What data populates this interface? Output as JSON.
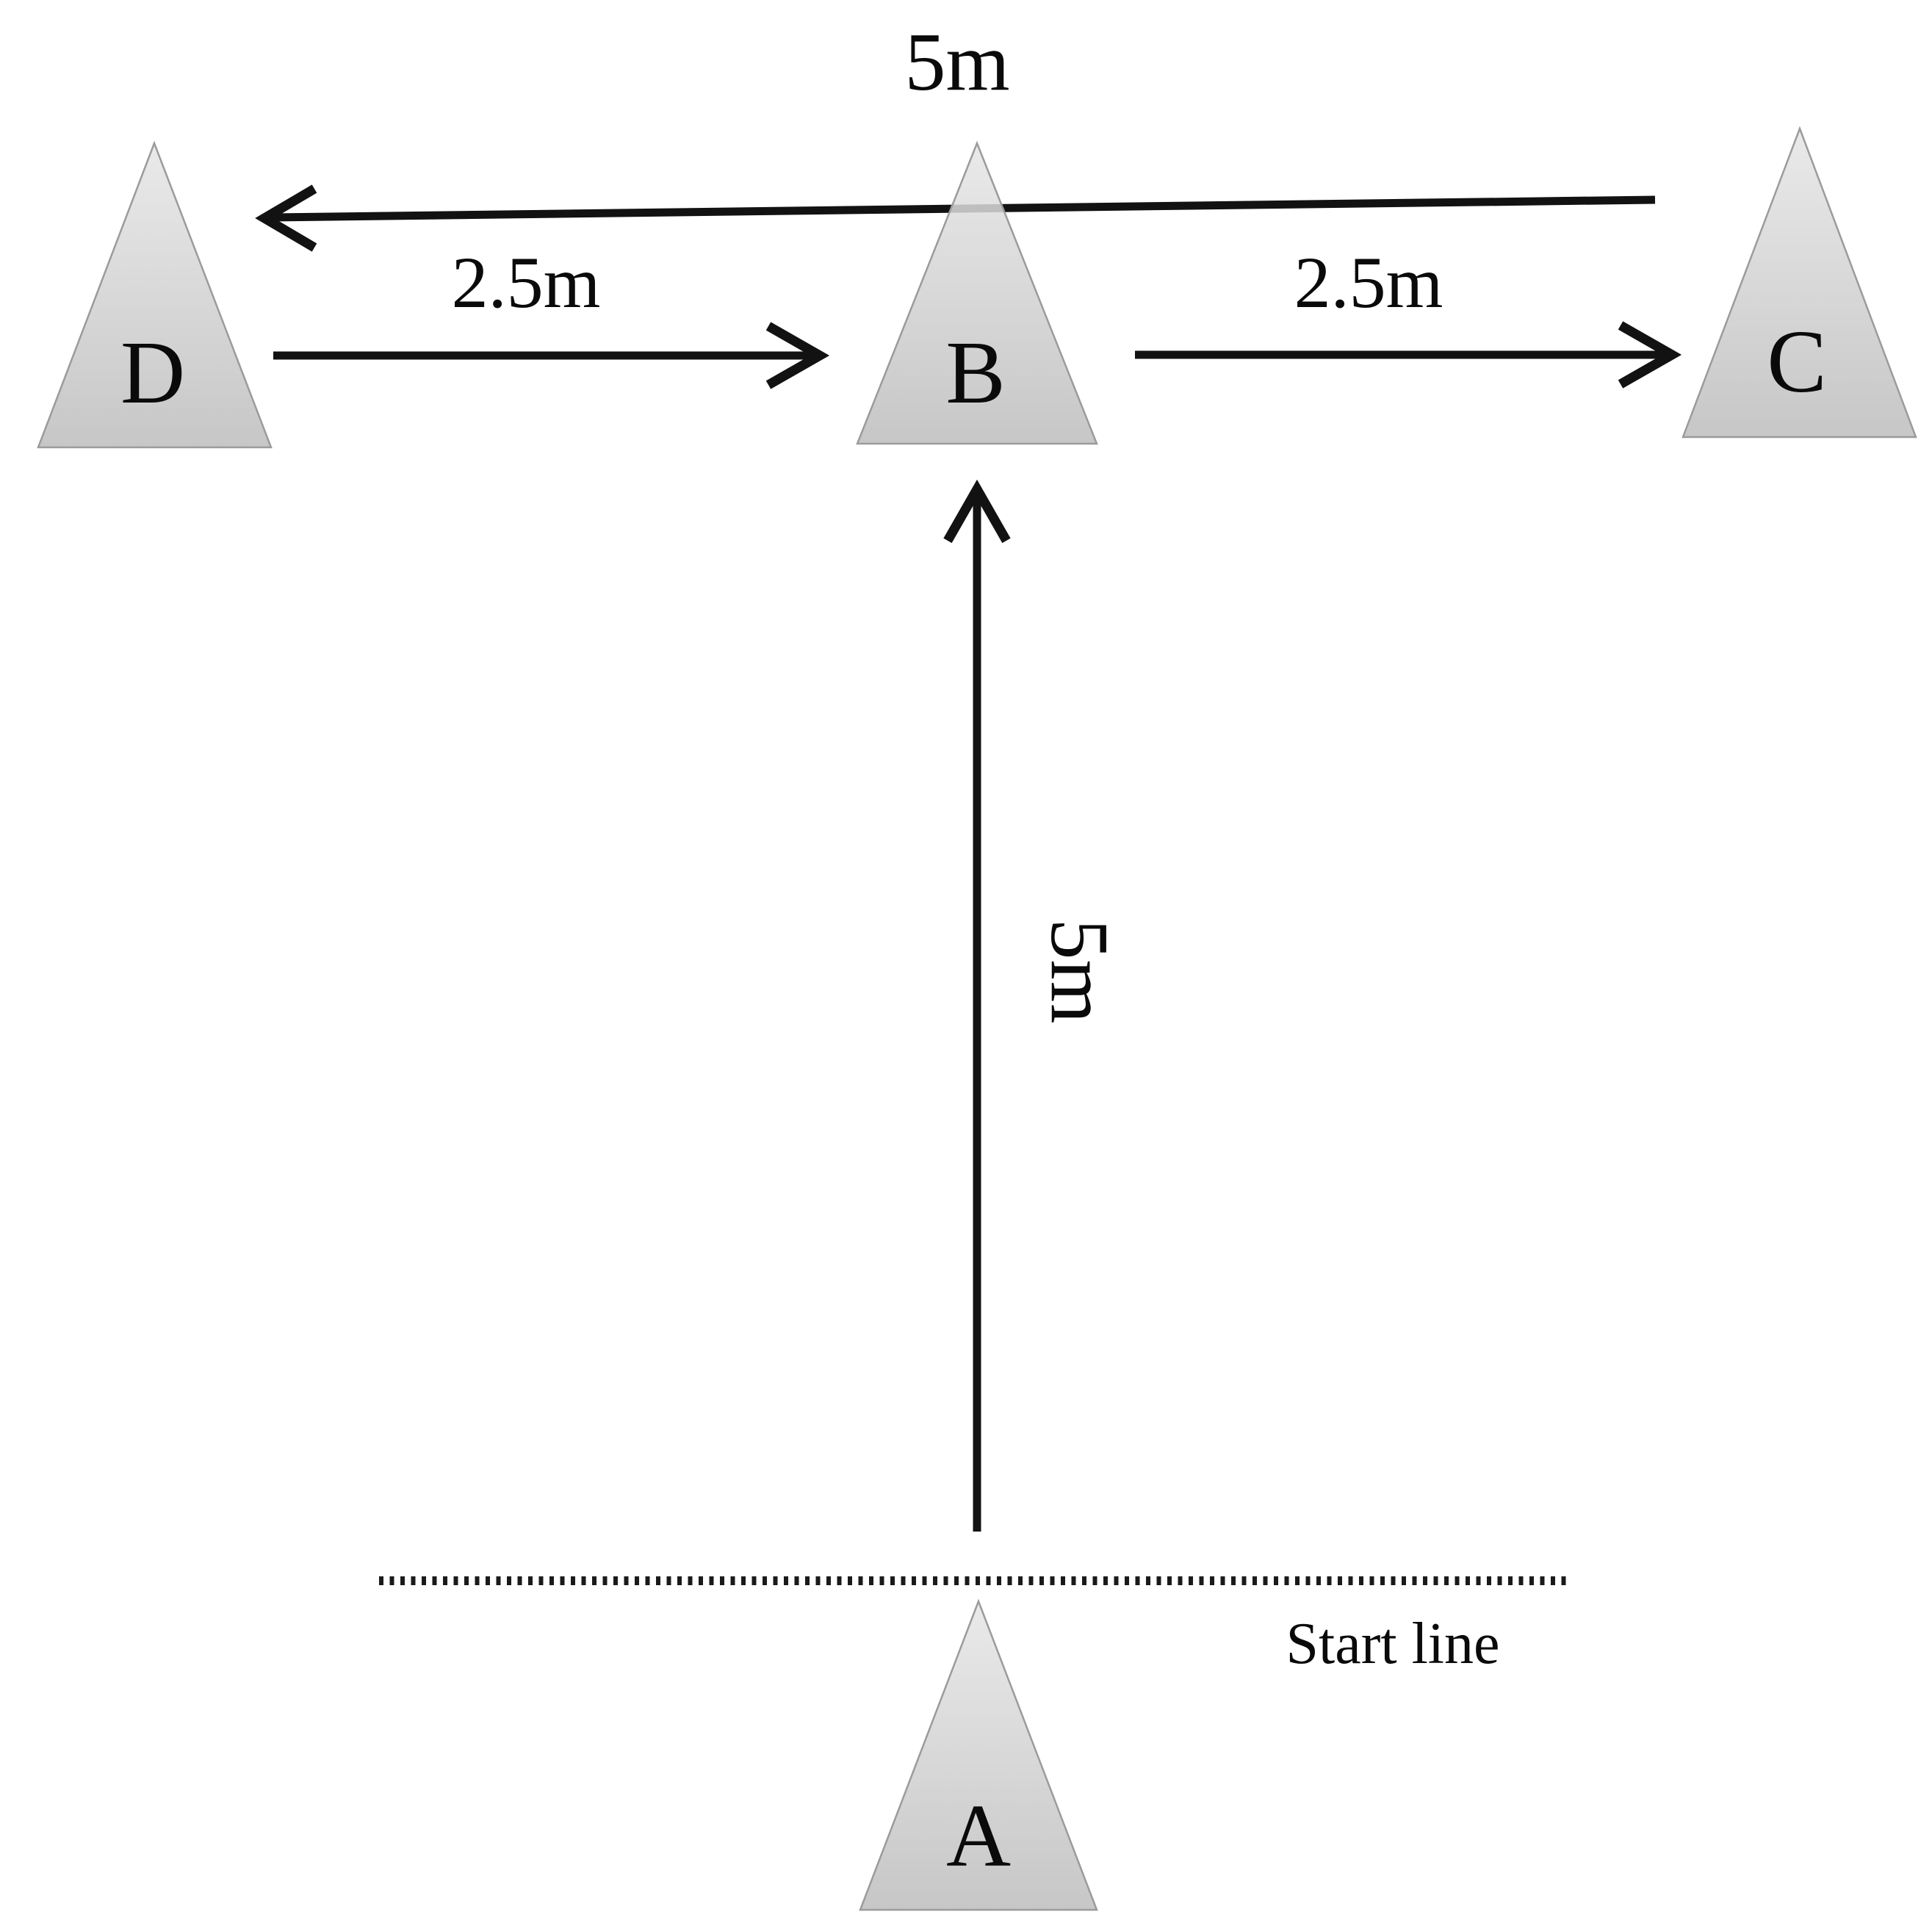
{
  "diagram": {
    "description": "Agility T-test cone layout",
    "background_color": "#ffffff",
    "line_color": "#121212",
    "cone_fill_top": "#e6e6e6",
    "cone_fill_bottom": "#bdbdbd",
    "cone_stroke": "#9b9b9b",
    "cones": [
      {
        "label": "A",
        "position": "bottom-center-below-start-line"
      },
      {
        "label": "B",
        "position": "center-top"
      },
      {
        "label": "C",
        "position": "top-right"
      },
      {
        "label": "D",
        "position": "top-left"
      }
    ],
    "measurements": {
      "a_to_b_vertical": "5m",
      "d_to_b": "2.5m",
      "b_to_c": "2.5m",
      "c_to_d_top": "5m"
    },
    "start_line_label": "Start line"
  }
}
